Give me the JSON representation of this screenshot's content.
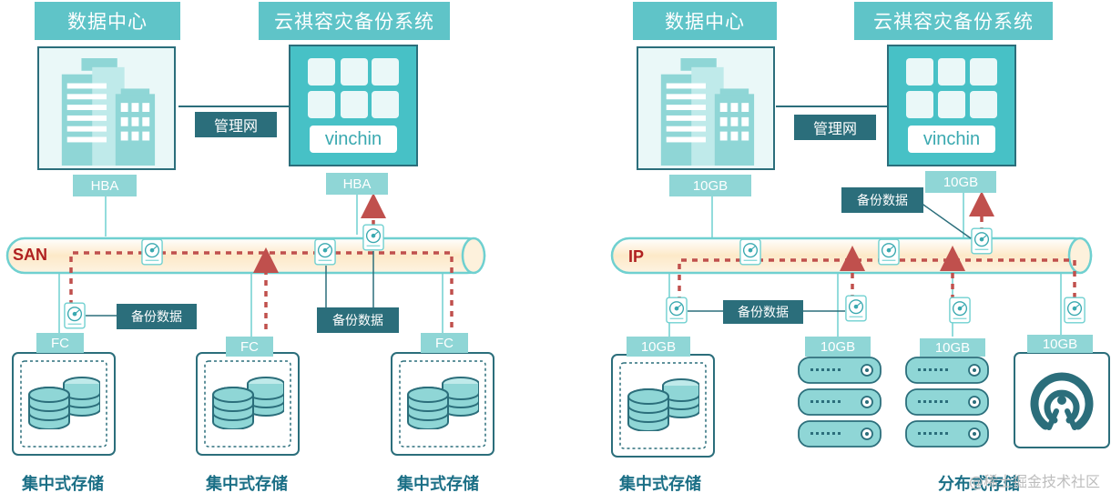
{
  "colors": {
    "teal_header": "#5fc4c8",
    "dark_teal": "#2b6e7b",
    "port": "#8fd6d6",
    "pipe_fill": "#fdf1dc",
    "pipe_stroke": "#6fd0d0",
    "data_path": "#c0504d",
    "caption": "#1b6f86"
  },
  "left": {
    "datacenter_title": "数据中心",
    "backup_title": "云祺容灾备份系统",
    "mgmt_label": "管理网",
    "brand": "vinchin",
    "hba_left": "HBA",
    "hba_right": "HBA",
    "pipe_label": "SAN",
    "backup_data_1": "备份数据",
    "backup_data_2": "备份数据",
    "fc_1": "FC",
    "fc_2": "FC",
    "fc_3": "FC",
    "storage_1": "集中式存储",
    "storage_2": "集中式存储",
    "storage_3": "集中式存储"
  },
  "right": {
    "datacenter_title": "数据中心",
    "backup_title": "云祺容灾备份系统",
    "mgmt_label": "管理网",
    "brand": "vinchin",
    "dc_port": "10GB",
    "backup_port": "10GB",
    "pipe_label": "IP",
    "backup_data_top": "备份数据",
    "backup_data_mid": "备份数据",
    "port_1": "10GB",
    "port_2": "10GB",
    "port_3": "10GB",
    "port_4": "10GB",
    "storage_central": "集中式存储",
    "storage_distributed": "分布式存储"
  },
  "watermark": "@稀土掘金技术社区"
}
